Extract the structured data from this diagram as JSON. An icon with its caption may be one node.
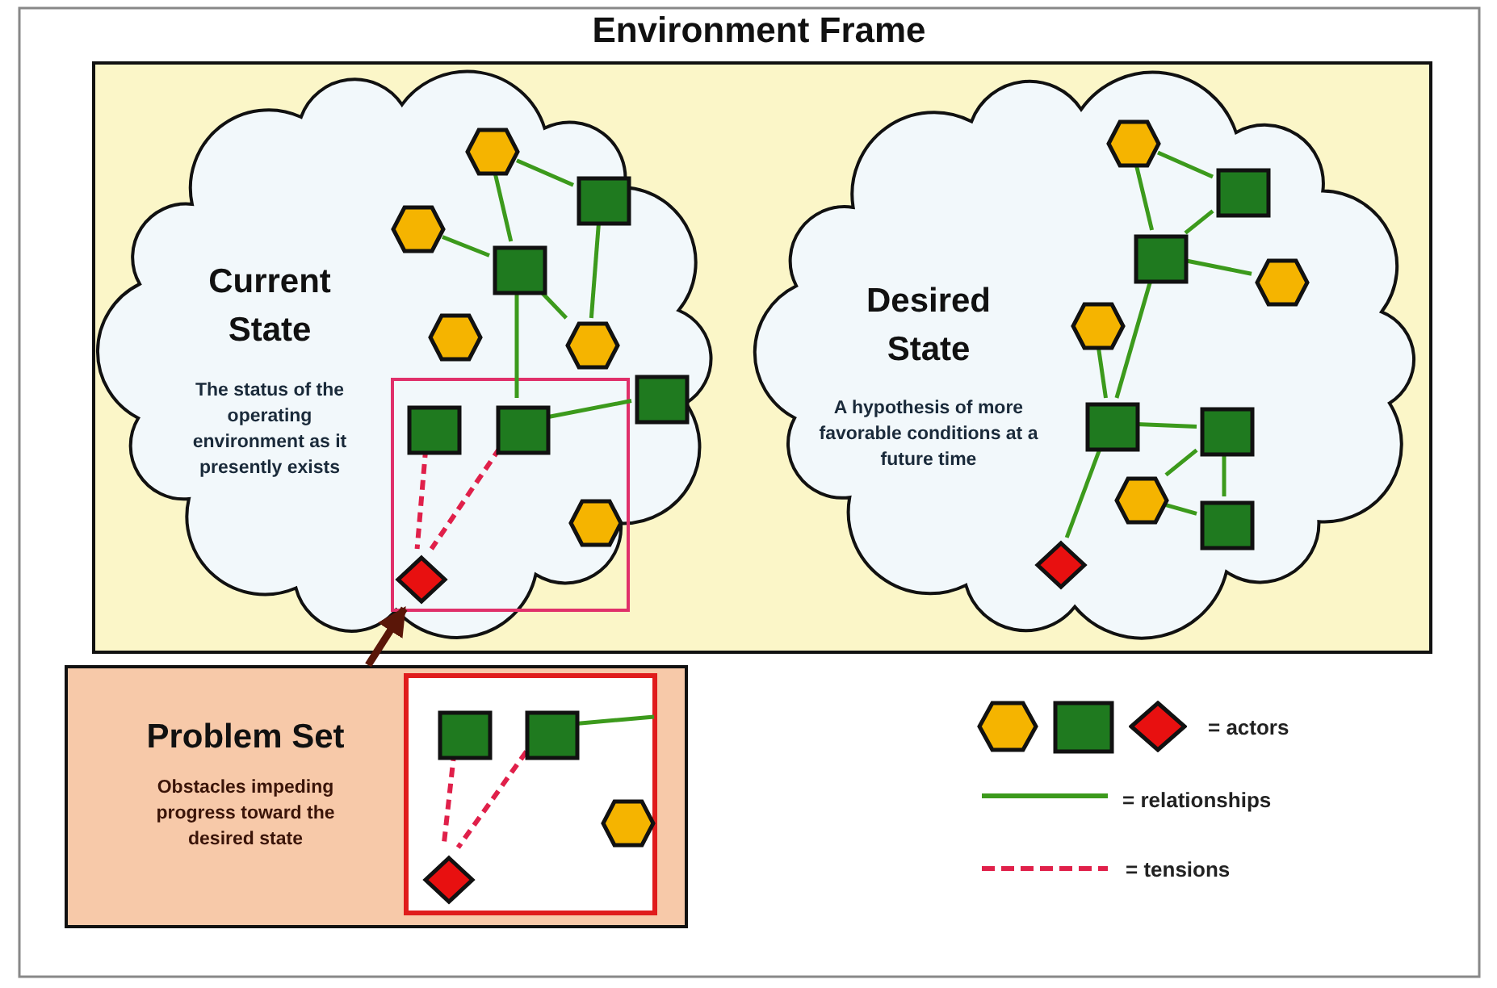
{
  "diagram": {
    "nodes": [
      {
        "text": [
          "Environment Frame"
        ]
      },
      {
        "text": [
          "Current State",
          "The status of the operating environment as it presently exists"
        ],
        "in": 0
      },
      {
        "text": [],
        "shape": "hexagon",
        "in": 1
      },
      {
        "text": [],
        "shape": "box",
        "in": 1
      },
      {
        "text": [],
        "shape": "hexagon",
        "in": 1
      },
      {
        "text": [],
        "shape": "box",
        "in": 1
      },
      {
        "text": [],
        "shape": "hexagon",
        "in": 1
      },
      {
        "text": [],
        "shape": "hexagon",
        "in": 1
      },
      {
        "text": [],
        "shape": "box",
        "in": 1
      },
      {
        "text": [],
        "shape": "box",
        "in": 1
      },
      {
        "text": [],
        "shape": "box",
        "in": 9
      },
      {
        "text": [],
        "shape": "box",
        "in": 9
      },
      {
        "text": [],
        "shape": "hexagon",
        "in": 9
      },
      {
        "text": [],
        "shape": "diamond",
        "in": 9
      },
      {
        "text": [
          "Desired State",
          "A hypothesis of more favorable conditions at a future time"
        ],
        "in": 0
      },
      {
        "text": [],
        "shape": "hexagon",
        "in": 14
      },
      {
        "text": [],
        "shape": "box",
        "in": 14
      },
      {
        "text": [],
        "shape": "box",
        "in": 14
      },
      {
        "text": [],
        "shape": "hexagon",
        "in": 14
      },
      {
        "text": [],
        "shape": "hexagon",
        "in": 14
      },
      {
        "text": [],
        "shape": "box",
        "in": 14
      },
      {
        "text": [],
        "shape": "box",
        "in": 14
      },
      {
        "text": [],
        "shape": "hexagon",
        "in": 14
      },
      {
        "text": [],
        "shape": "box",
        "in": 14
      },
      {
        "text": [],
        "shape": "diamond",
        "in": 14
      },
      {
        "text": [
          "Problem Set",
          "Obstacles impeding progress toward the desired state"
        ]
      },
      {
        "text": [],
        "shape": "box",
        "in": 25
      },
      {
        "text": [],
        "shape": "box",
        "in": 26
      },
      {
        "text": [],
        "shape": "box",
        "in": 26
      },
      {
        "text": [],
        "shape": "hexagon",
        "in": 26
      },
      {
        "text": [],
        "shape": "diamond",
        "in": 26
      }
    ],
    "edges": [
      {
        "from": 2,
        "to": 5,
        "arrow": "none"
      },
      {
        "from": 2,
        "to": 3,
        "arrow": "none"
      },
      {
        "from": 4,
        "to": 5,
        "arrow": "none"
      },
      {
        "from": 5,
        "to": 7,
        "arrow": "none"
      },
      {
        "from": 3,
        "to": 7,
        "arrow": "none"
      },
      {
        "from": 5,
        "to": 11,
        "arrow": "none"
      },
      {
        "from": 11,
        "to": 8,
        "arrow": "none"
      },
      {
        "from": 10,
        "to": 13,
        "arrow": "none",
        "style": "dashed",
        "color": "#e0204a"
      },
      {
        "from": 11,
        "to": 13,
        "arrow": "none",
        "style": "dashed",
        "color": "#e0204a"
      },
      {
        "from": 25,
        "to": 9,
        "arrow": "to",
        "style": "thick",
        "color": "#5a1608"
      },
      {
        "from": 15,
        "to": 16,
        "arrow": "none"
      },
      {
        "from": 15,
        "to": 17,
        "arrow": "none"
      },
      {
        "from": 17,
        "to": 16,
        "arrow": "none"
      },
      {
        "from": 17,
        "to": 18,
        "arrow": "none"
      },
      {
        "from": 17,
        "to": 20,
        "arrow": "none"
      },
      {
        "from": 19,
        "to": 20,
        "arrow": "none"
      },
      {
        "from": 20,
        "to": 21,
        "arrow": "none"
      },
      {
        "from": 21,
        "to": 22,
        "arrow": "none"
      },
      {
        "from": 21,
        "to": 23,
        "arrow": "none"
      },
      {
        "from": 22,
        "to": 23,
        "arrow": "none"
      },
      {
        "from": 20,
        "to": 24,
        "arrow": "none"
      },
      {
        "from": 28,
        "to": null,
        "arrow": "none"
      },
      {
        "from": 27,
        "to": 30,
        "arrow": "none",
        "style": "dashed",
        "color": "#e0204a"
      },
      {
        "from": 28,
        "to": 30,
        "arrow": "none",
        "style": "dashed",
        "color": "#e0204a"
      }
    ],
    "legend": [
      {
        "text": "= actors"
      },
      {
        "text": "= relationships"
      },
      {
        "text": "= tensions"
      }
    ]
  }
}
